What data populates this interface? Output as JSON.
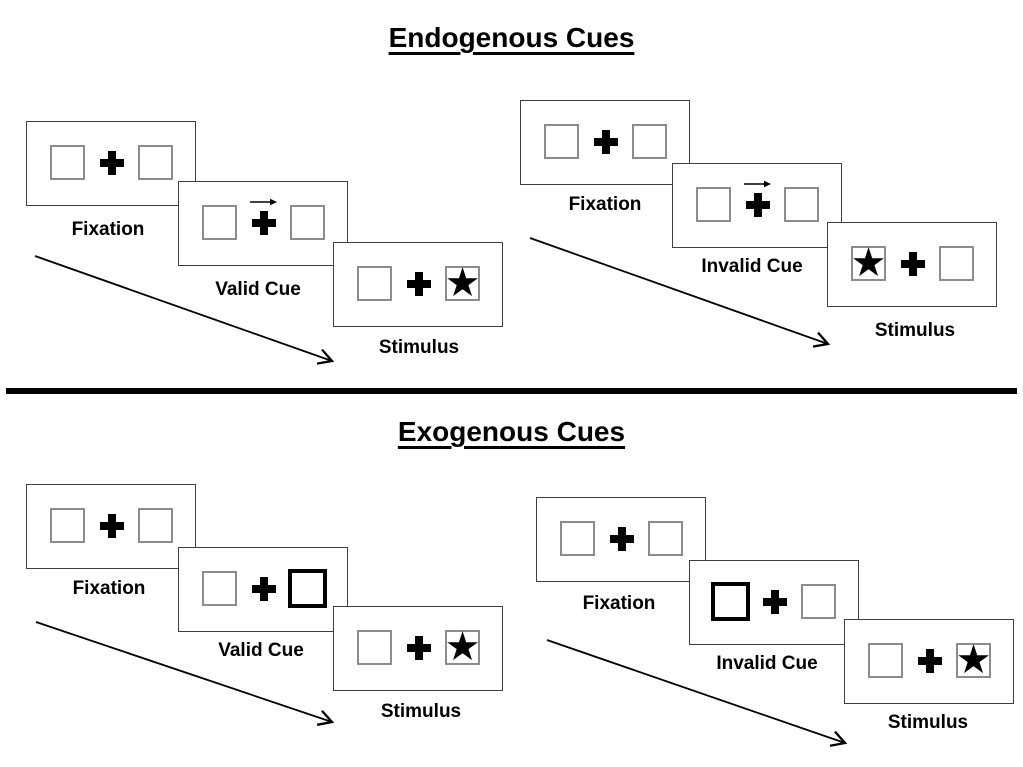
{
  "sections": [
    {
      "id": "endogenous",
      "title": "Endogenous Cues",
      "trials": [
        {
          "type": "valid",
          "steps": [
            {
              "label": "Fixation",
              "panel": "fixation"
            },
            {
              "label": "Valid Cue",
              "panel": "central-arrow-cue-right"
            },
            {
              "label": "Stimulus",
              "panel": "star-in-right-box"
            }
          ]
        },
        {
          "type": "invalid",
          "steps": [
            {
              "label": "Fixation",
              "panel": "fixation"
            },
            {
              "label": "Invalid Cue",
              "panel": "central-arrow-cue-right"
            },
            {
              "label": "Stimulus",
              "panel": "star-in-left-box"
            }
          ]
        }
      ]
    },
    {
      "id": "exogenous",
      "title": "Exogenous Cues",
      "trials": [
        {
          "type": "valid",
          "steps": [
            {
              "label": "Fixation",
              "panel": "fixation"
            },
            {
              "label": "Valid Cue",
              "panel": "thick-box-cue-right"
            },
            {
              "label": "Stimulus",
              "panel": "star-in-right-box"
            }
          ]
        },
        {
          "type": "invalid",
          "steps": [
            {
              "label": "Fixation",
              "panel": "fixation"
            },
            {
              "label": "Invalid Cue",
              "panel": "thick-box-cue-left"
            },
            {
              "label": "Stimulus",
              "panel": "star-in-right-box"
            }
          ]
        }
      ]
    }
  ],
  "icons": {
    "star": "★",
    "fixation_cross": "heavy-plus",
    "cue_arrow": "right-arrow"
  },
  "colors": {
    "background": "#ffffff",
    "panel_border": "#3f3f3f",
    "square_border": "#8c8c8c",
    "cued_square_border": "#000000",
    "text": "#000000",
    "divider": "#000000"
  }
}
